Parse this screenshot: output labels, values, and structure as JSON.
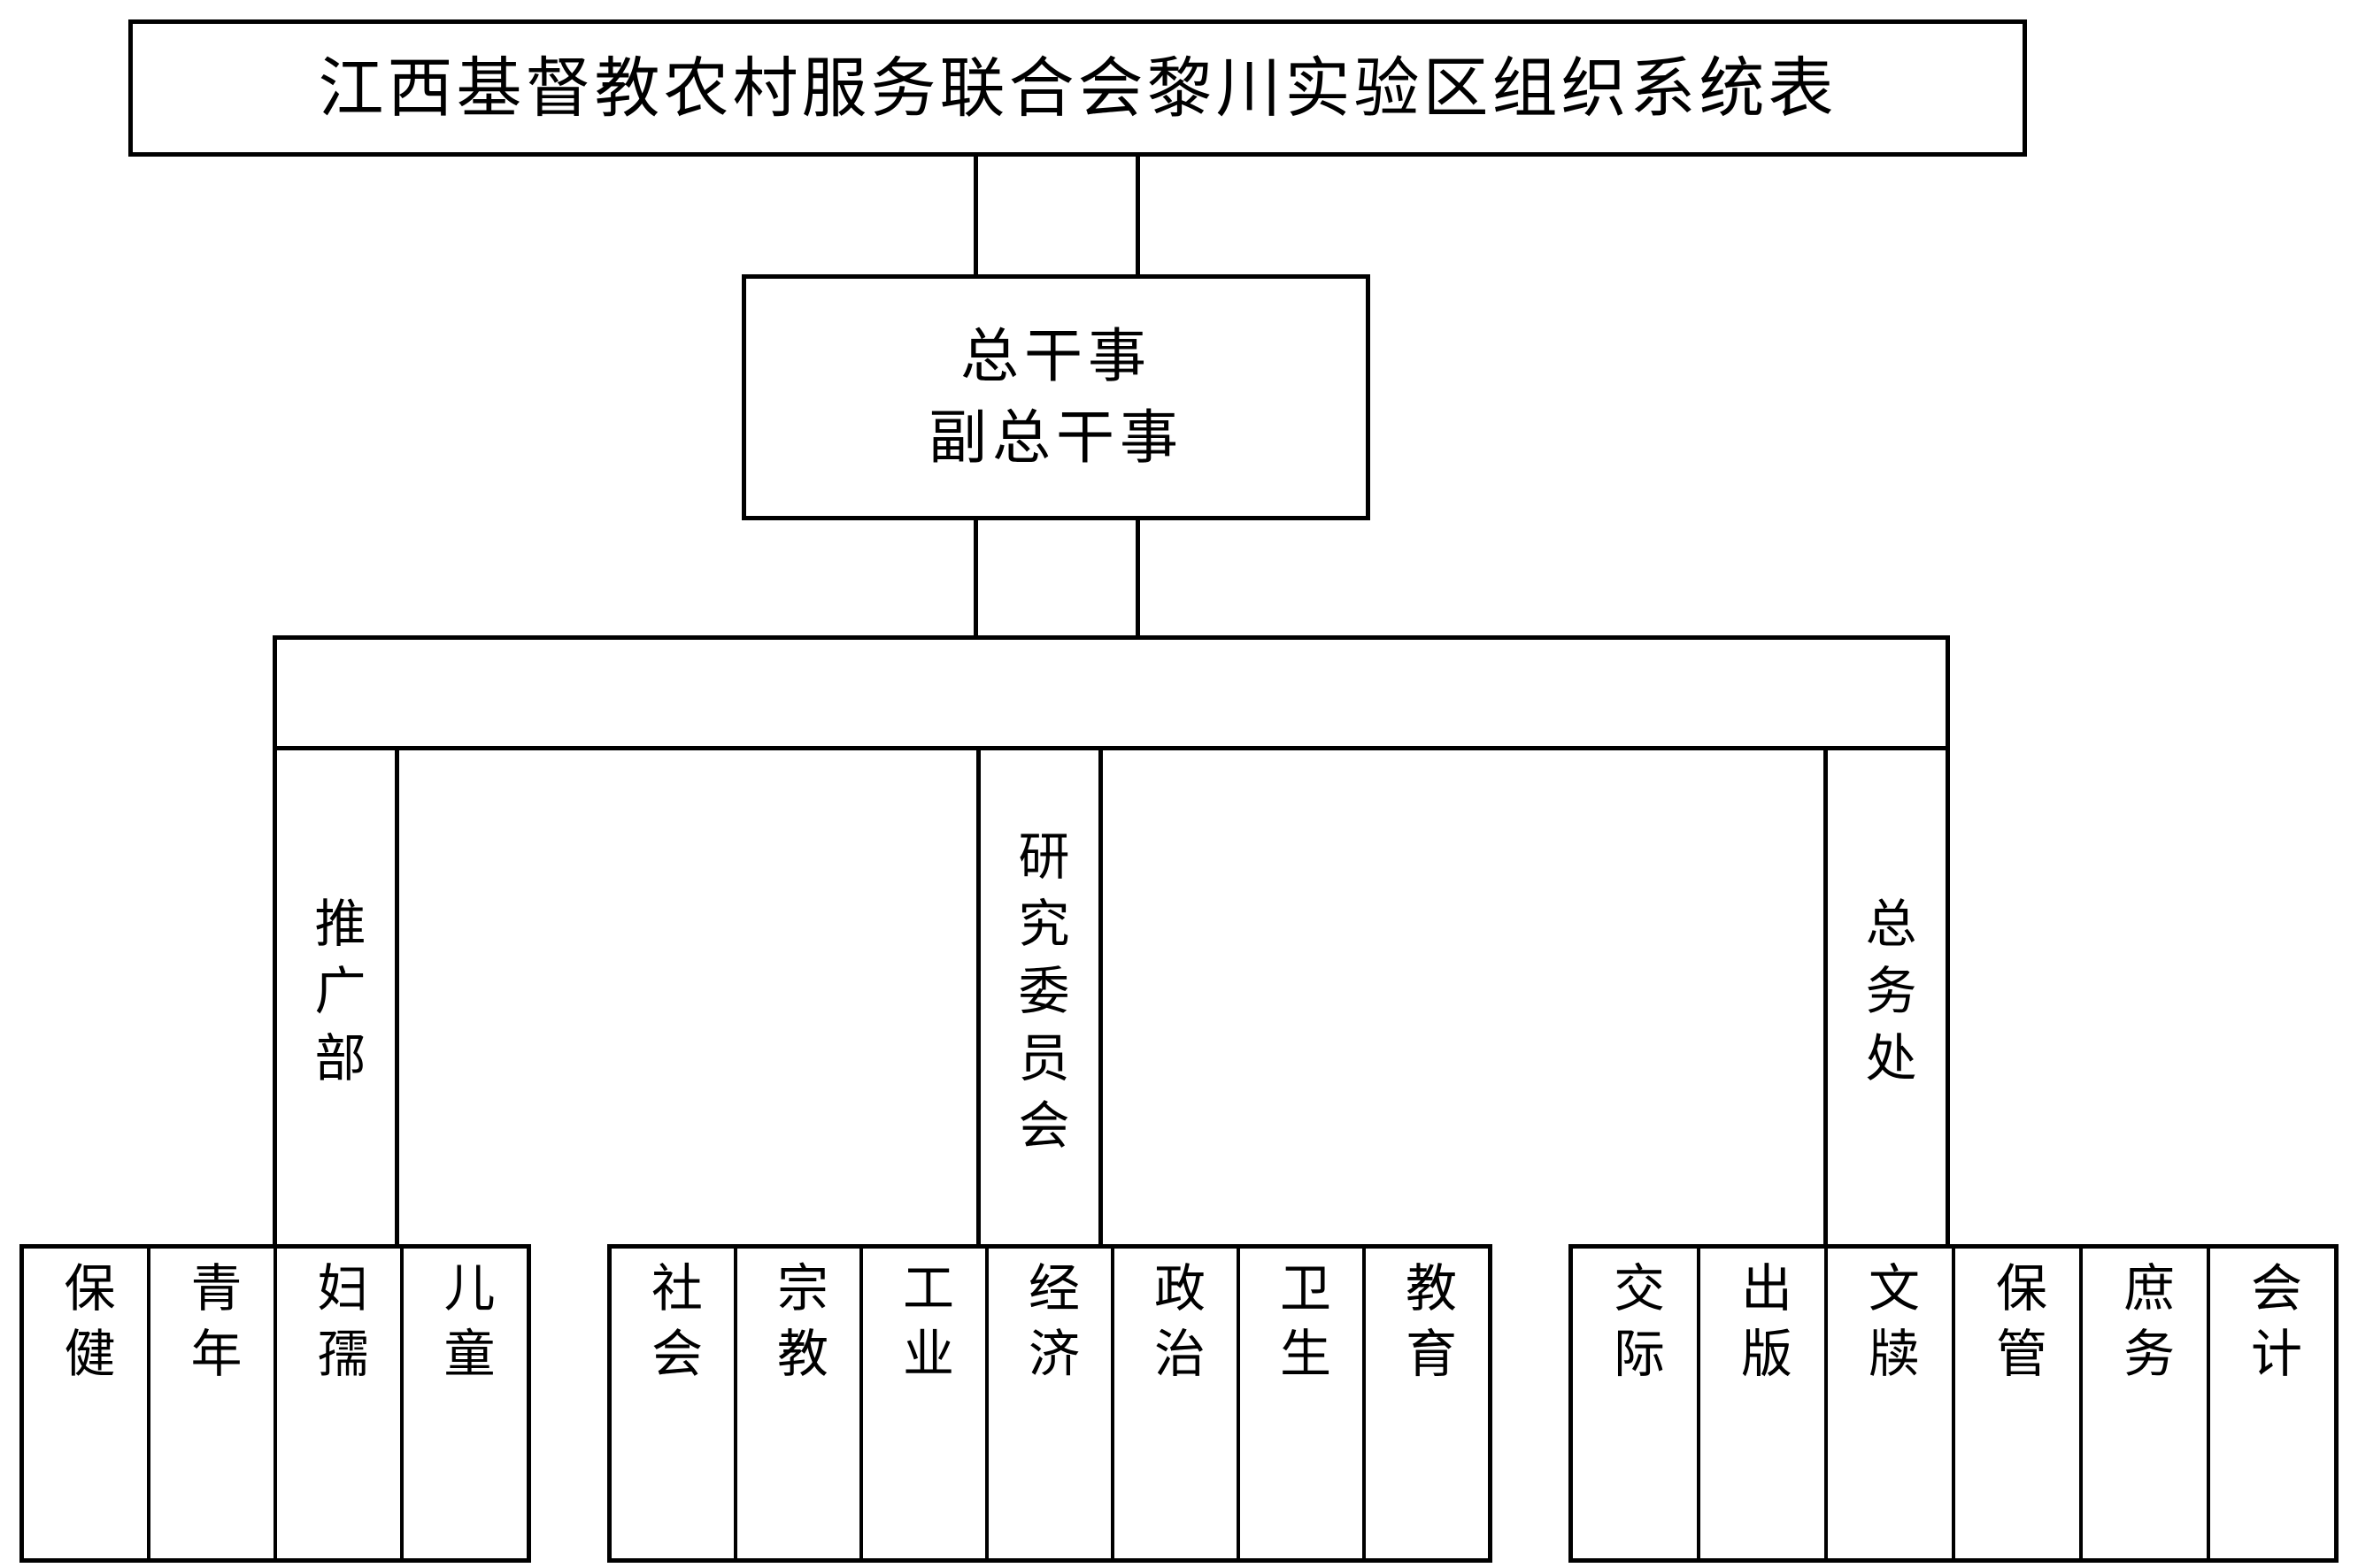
{
  "title": {
    "text": "江西基督教农村服务联合会黎川实验区组织系统表"
  },
  "director": {
    "line1": "总干事",
    "line2": "副总干事"
  },
  "departments": [
    {
      "label": "推广部"
    },
    {
      "label": "研究委员会"
    },
    {
      "label": "总务处"
    }
  ],
  "groups": {
    "extension": {
      "label": "推广部",
      "units": [
        "保健",
        "青年",
        "妇孺",
        "儿童"
      ]
    },
    "research": {
      "label": "研究委员会",
      "units": [
        "社会",
        "宗教",
        "工业",
        "经济",
        "政治",
        "卫生",
        "教育"
      ]
    },
    "general_affairs": {
      "label": "总务处",
      "units": [
        "交际",
        "出版",
        "文牍",
        "保管",
        "庶务",
        "会计"
      ]
    }
  },
  "colors": {
    "stroke": "#000000",
    "background": "#ffffff"
  }
}
